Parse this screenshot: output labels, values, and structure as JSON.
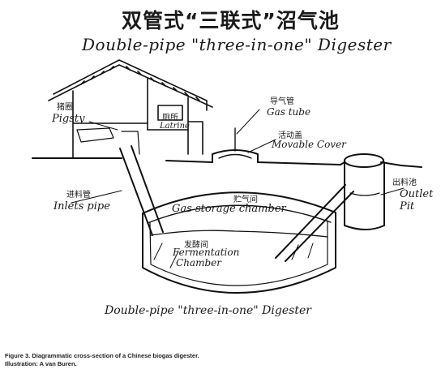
{
  "title_zh": "双管式“三联式”沼气池",
  "title_en": "Double-pipe \"three-in-one\" Digester",
  "labels": {
    "pigsty": {
      "zh": "猪圈",
      "en": "Pigsty"
    },
    "latrine": {
      "zh": "厕所",
      "en": "Latrine"
    },
    "gas_tube": {
      "zh": "导气管",
      "en": "Gas tube"
    },
    "movable_cover": {
      "zh": "活动盖",
      "en": "Movable Cover"
    },
    "inlet_pipe": {
      "zh": "进料管",
      "en": "Inlets pipe"
    },
    "gas_storage": {
      "zh": "贮气间",
      "en": "Gas storage chamber"
    },
    "outlet_pit": {
      "zh": "出料池",
      "en": "Outlet Pit"
    },
    "fermentation": {
      "zh": "发酵间",
      "en": "Fermentation Chamber"
    }
  },
  "bottom_caption": "Double-pipe \"three-in-one\" Digester",
  "figure_caption": {
    "line1": "Figure 3. Diagrammatic cross-section of a Chinese biogas digester.",
    "line2": "Illustration: A van Buren."
  }
}
